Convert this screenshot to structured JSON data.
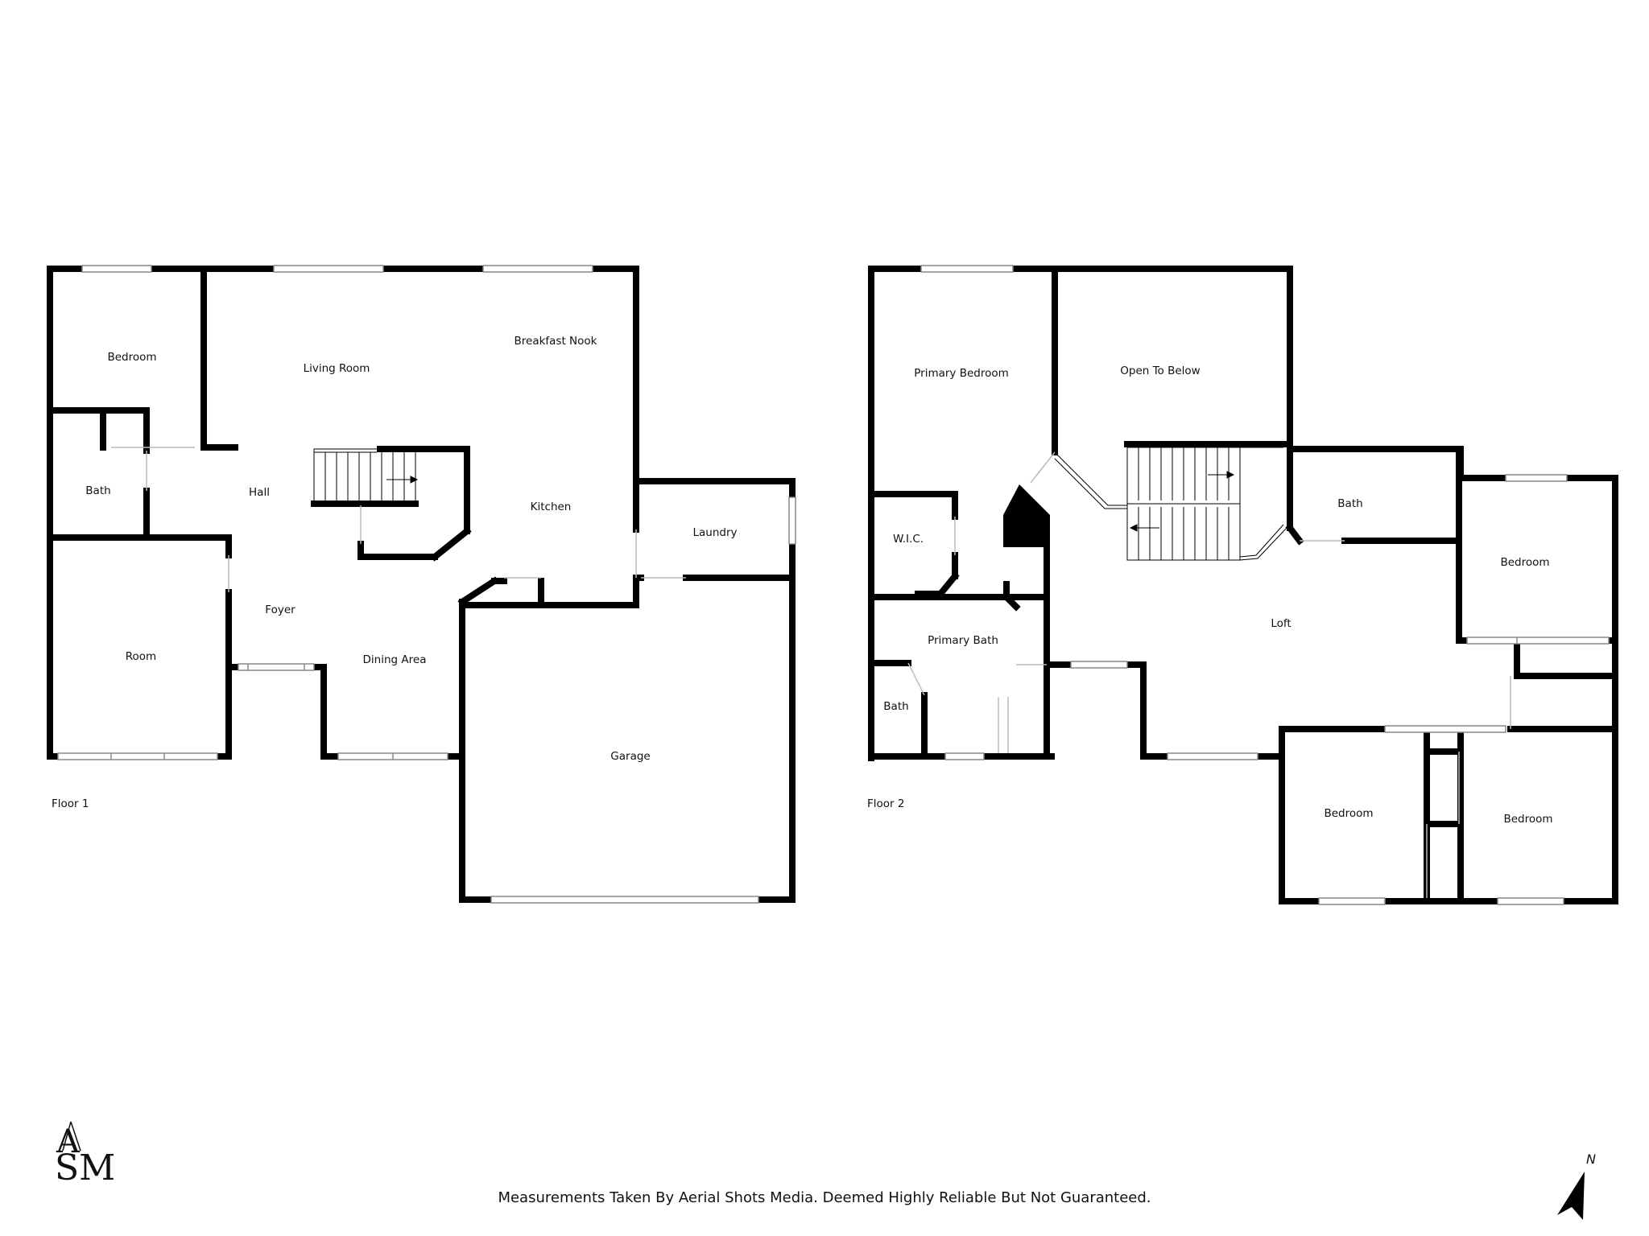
{
  "floor1": {
    "label": "Floor 1",
    "rooms": {
      "bedroom": "Bedroom",
      "living_room": "Living Room",
      "breakfast_nook": "Breakfast Nook",
      "bath": "Bath",
      "hall": "Hall",
      "kitchen": "Kitchen",
      "laundry": "Laundry",
      "foyer": "Foyer",
      "room": "Room",
      "dining_area": "Dining Area",
      "garage": "Garage"
    }
  },
  "floor2": {
    "label": "Floor 2",
    "rooms": {
      "primary_bedroom": "Primary Bedroom",
      "open_to_below": "Open To Below",
      "bath_upper": "Bath",
      "wic": "W.I.C.",
      "bedroom_east": "Bedroom",
      "loft": "Loft",
      "primary_bath": "Primary Bath",
      "bath_small": "Bath",
      "bedroom_sw": "Bedroom",
      "bedroom_se": "Bedroom"
    }
  },
  "logo": {
    "letters_top": "A",
    "letters_bottom": "SM"
  },
  "compass": {
    "label": "N"
  },
  "footer": {
    "disclaimer": "Measurements Taken By Aerial Shots Media. Deemed Highly Reliable But Not Guaranteed."
  }
}
